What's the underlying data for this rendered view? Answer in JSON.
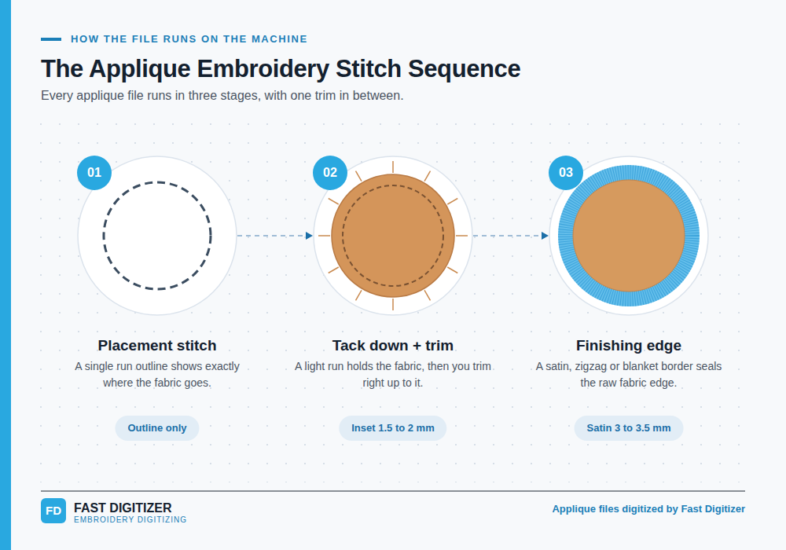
{
  "diagram": {
    "title": "The Applique Embroidery Stitch Sequence",
    "caption": "Every applique file runs in three stages, with one trim in between.",
    "nodes": [
      {
        "text": [
          "Placement stitch",
          "A single run outline shows exactly where the fabric goes."
        ]
      },
      {
        "text": [
          "01"
        ],
        "in": 0
      },
      {
        "text": [
          "Outline only"
        ]
      },
      {
        "text": [
          "Tack down + trim",
          "A light run holds the fabric, then you trim right up to it."
        ]
      },
      {
        "text": [
          "02"
        ],
        "in": 3
      },
      {
        "text": [
          "Inset 1.5 to 2 mm"
        ]
      },
      {
        "text": [
          "Finishing edge",
          "A satin, zigzag or blanket border seals the raw fabric edge."
        ]
      },
      {
        "text": [
          "03"
        ],
        "in": 6
      },
      {
        "text": [
          "Satin 3 to 3.5 mm"
        ]
      },
      {
        "text": [
          "FD"
        ]
      }
    ],
    "edges": [
      {
        "from": 0,
        "to": 3,
        "arrow": "to"
      },
      {
        "from": 3,
        "to": 6,
        "arrow": "to"
      }
    ],
    "labels": [
      "HOW THE FILE RUNS ON THE MACHINE",
      "FAST DIGITIZER",
      "EMBROIDERY DIGITIZING",
      "Applique files digitized by Fast Digitizer"
    ]
  }
}
